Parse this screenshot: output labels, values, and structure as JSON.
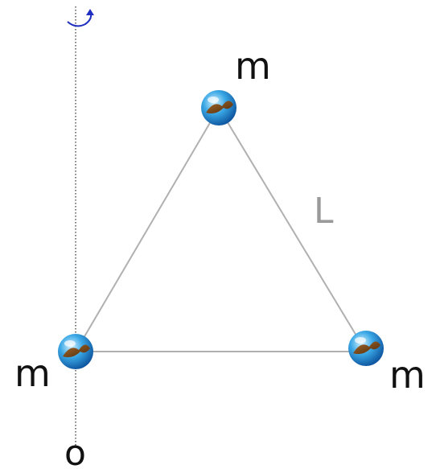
{
  "labels": {
    "mass_top": "m",
    "mass_left": "m",
    "mass_right": "m",
    "side_length": "L",
    "axis_origin": "o"
  },
  "colors": {
    "background": "#ffffff",
    "triangle_side": "#b0b0b0",
    "axis": "#555555",
    "rotation_arrow": "#1f2fbf",
    "side_label": "#9a9a9a",
    "mass_label": "#111111",
    "sphere_light": "#d8f4ff",
    "sphere_mid": "#3aa8e6",
    "sphere_dark": "#0b4f9a",
    "sphere_band": "#7a4a1c"
  },
  "icons": {
    "rotation": "rotation-arrow-icon",
    "mass": "sphere-icon"
  }
}
